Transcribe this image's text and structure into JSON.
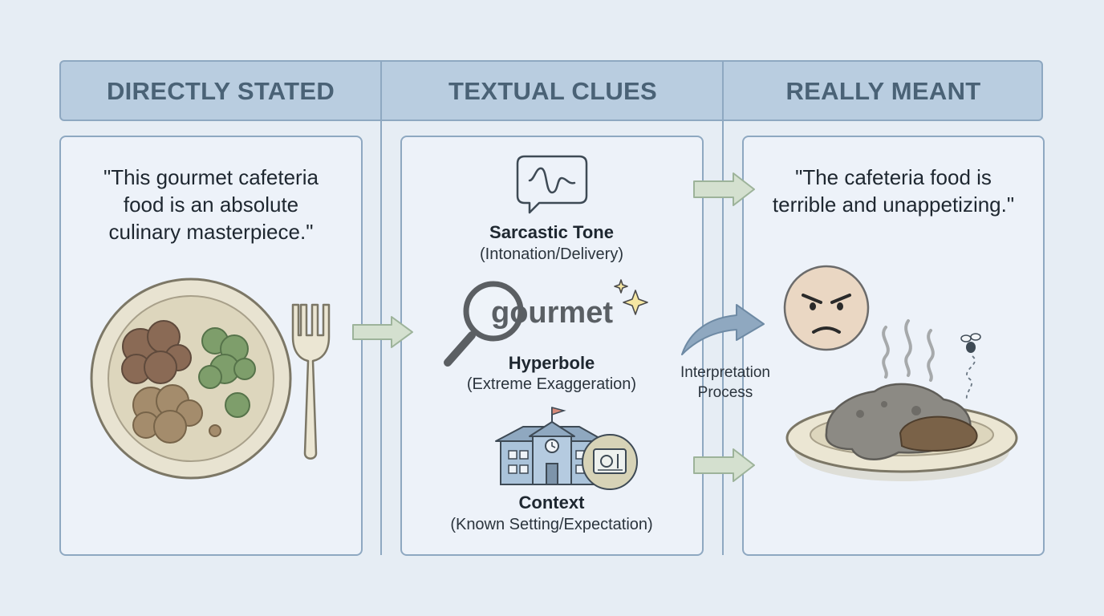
{
  "headers": {
    "directly_stated": "DIRECTLY STATED",
    "textual_clues": "TEXTUAL CLUES",
    "really_meant": "REALLY MEANT"
  },
  "stated": {
    "quote_lines": [
      "\"This gourmet cafeteria",
      "food is an absolute",
      "culinary masterpiece.\""
    ]
  },
  "clues": {
    "tone": {
      "title": "Sarcastic Tone",
      "subtitle": "(Intonation/Delivery)",
      "icon": "speech-bubble-waveform-icon"
    },
    "hyperbole": {
      "title": "Hyperbole",
      "subtitle": "(Extreme Exaggeration)",
      "icon": "magnifying-glass-icon",
      "magnified_word": "gourmet"
    },
    "context": {
      "title": "Context",
      "subtitle": "(Known Setting/Expectation)",
      "icon": "school-building-icon"
    }
  },
  "process": {
    "label_lines": [
      "Interpretation",
      "Process"
    ]
  },
  "meant": {
    "quote_lines": [
      "\"The cafeteria food is",
      "terrible and unappetizing.\""
    ]
  },
  "colors": {
    "background": "#e6edf4",
    "header_fill": "#b9cde0",
    "header_text": "#4a6276",
    "border": "#8ea8c1",
    "arrow": "#d4e0cf"
  }
}
